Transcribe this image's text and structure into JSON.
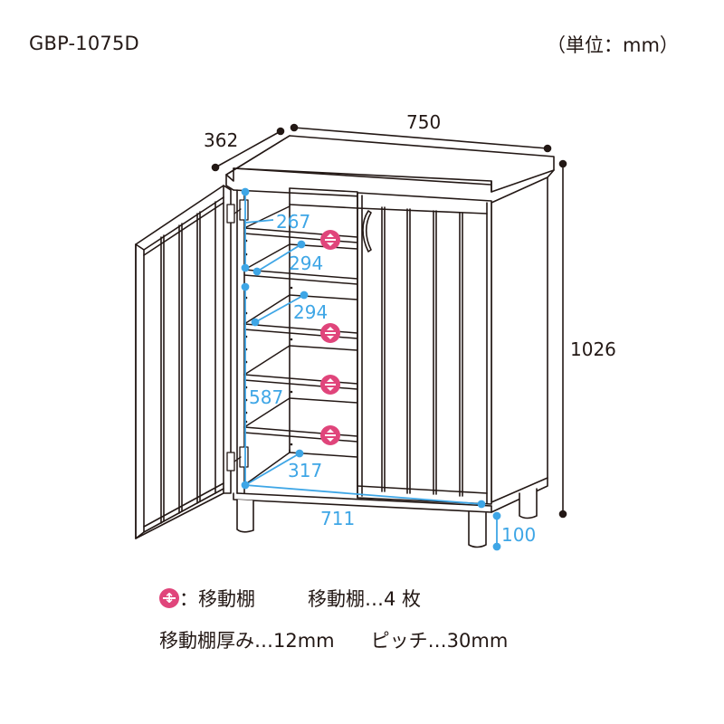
{
  "header": {
    "model": "GBP-1075D",
    "unit_note": "（単位：mm）"
  },
  "colors": {
    "line": "#231815",
    "dimension_blue": "#3ea6e6",
    "shelf_marker_pink": "#e0457b"
  },
  "dimensions": {
    "outer": {
      "width": "750",
      "depth": "362",
      "height": "1026"
    },
    "inner": {
      "top_section_height": "267",
      "shelf_depth_1": "294",
      "shelf_depth_2": "294",
      "inner_height": "587",
      "bottom_depth": "317",
      "inner_width": "711",
      "leg_height": "100"
    }
  },
  "diagram": {
    "movable_shelf_markers": 4,
    "shelf_marker_icon": "up-down-arrow-circle-icon"
  },
  "legend": {
    "marker_label": "：移動棚",
    "shelf_count_label": "移動棚…4 枚",
    "shelf_thickness_label": "移動棚厚み…12mm",
    "pitch_label": "ピッチ…30mm"
  }
}
